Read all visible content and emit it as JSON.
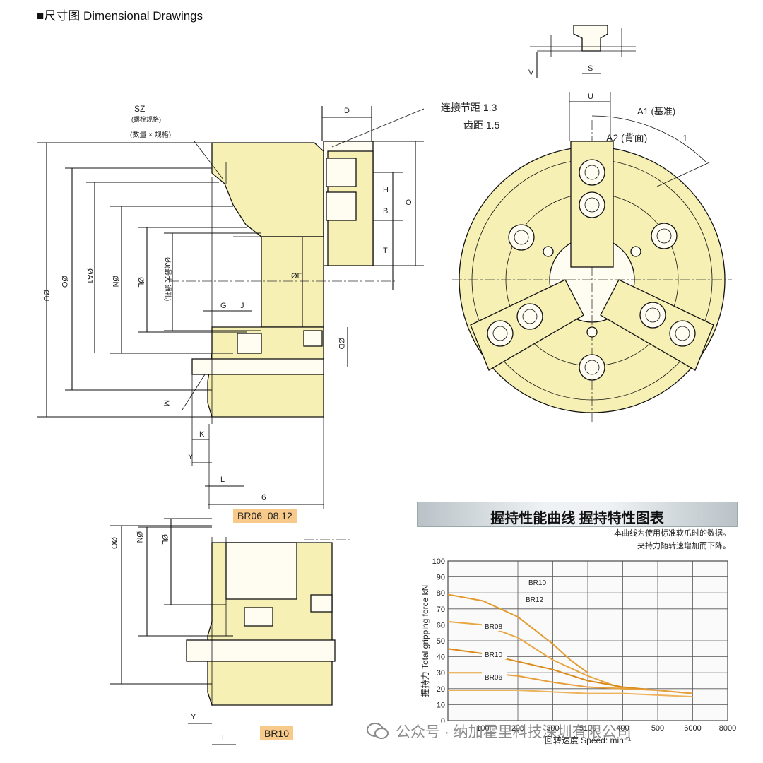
{
  "header": {
    "marker": "■",
    "title": "尺寸图 Dimensional Drawings"
  },
  "main_view": {
    "labels": {
      "sz": "SZ",
      "sz_note1": "(螺栓规格)",
      "sz_note2": "(数量 × 规格)",
      "callout_pitch": "连接节距 1.3",
      "callout_tooth": "齿距 1.5",
      "d": "D",
      "h": "H",
      "b": "B",
      "o": "O",
      "t": "T",
      "ou": "ØU",
      "oo": "ØO",
      "oa1": "ØA1",
      "on": "ØN",
      "ol": "ØL",
      "thread": "ØJ(最大 通孔)",
      "g": "G",
      "j": "J",
      "of": "ØF",
      "od": "ØD",
      "m": "M",
      "k": "K",
      "y": "Y",
      "l": "L",
      "six": "6"
    },
    "tag": "BR06_08.12"
  },
  "front_view": {
    "labels": {
      "v": "V",
      "s": "S",
      "u": "U",
      "a1": "A1 (基准)",
      "a2": "A2 (背面)",
      "mark": "1"
    }
  },
  "lower_view": {
    "labels": {
      "oo": "ØO",
      "on": "ØN",
      "ol": "ØL",
      "y": "Y",
      "l": "L"
    },
    "tag": "BR10"
  },
  "chart": {
    "banner_title": "握持性能曲线 握持特性图表",
    "notes": [
      "本曲线为使用标准软爪时的数据。",
      "夹持力随转速增加而下降。"
    ]
  },
  "chart_data": {
    "type": "line",
    "title": "握持性能曲线 握持特性图表",
    "xlabel": "回转速度 Speed: min⁻¹",
    "ylabel": "握持力 Total gripping force kN",
    "x_ticks": [
      "100",
      "200",
      "300",
      "5100",
      "400",
      "500",
      "6000",
      "8000"
    ],
    "y_ticks": [
      0,
      10,
      20,
      30,
      40,
      50,
      60,
      70,
      80,
      90,
      100
    ],
    "ylim": [
      0,
      100
    ],
    "grid": true,
    "series": [
      {
        "name": "BR10",
        "points": [
          [
            0,
            79
          ],
          [
            1,
            75
          ],
          [
            2,
            65
          ],
          [
            3,
            48
          ],
          [
            3.5,
            38
          ],
          [
            4,
            30
          ]
        ]
      },
      {
        "name": "BR12",
        "points": [
          [
            0,
            62
          ],
          [
            1,
            60
          ],
          [
            2,
            52
          ],
          [
            3,
            38
          ],
          [
            4,
            28
          ],
          [
            5,
            20
          ]
        ]
      },
      {
        "name": "BR08",
        "points": [
          [
            0,
            45
          ],
          [
            1,
            42
          ],
          [
            2,
            37
          ],
          [
            3,
            32
          ],
          [
            4,
            25
          ],
          [
            5,
            21
          ],
          [
            6,
            19
          ],
          [
            7,
            17
          ]
        ]
      },
      {
        "name": "BR10",
        "points": [
          [
            0,
            30
          ],
          [
            1,
            30
          ],
          [
            2,
            28
          ],
          [
            3,
            24
          ],
          [
            4,
            21
          ],
          [
            5,
            20
          ],
          [
            6,
            19
          ],
          [
            7,
            17
          ]
        ]
      },
      {
        "name": "BR06",
        "points": [
          [
            0,
            19
          ],
          [
            1,
            19
          ],
          [
            2,
            19
          ],
          [
            3,
            18
          ],
          [
            4,
            17
          ],
          [
            5,
            17
          ],
          [
            6,
            16
          ],
          [
            7,
            15
          ]
        ]
      }
    ],
    "colors": [
      "#e39a2e",
      "#e8a642",
      "#d98b1c",
      "#e6a03b",
      "#eeb25a"
    ]
  },
  "watermark": "公众号 · 纳加霍里科技深圳有限公司"
}
